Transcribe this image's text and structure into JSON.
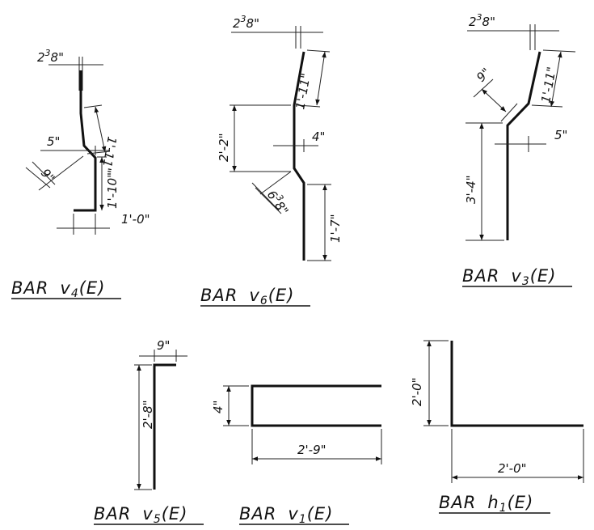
{
  "bars": [
    {
      "id": "v4",
      "title": {
        "prefix": "BAR",
        "letter": "v",
        "sub": "4",
        "suffix": "(E)"
      },
      "dimensions": {
        "offset_whole": "2",
        "offset_num": "3",
        "offset_den": "8",
        "offset_unit": "\"",
        "upper_length": "1'-11\"",
        "jog": "5\"",
        "bend_diag": "9\"",
        "lower_length": "1'-10\"",
        "hook": "1'-0\""
      }
    },
    {
      "id": "v6",
      "title": {
        "prefix": "BAR",
        "letter": "v",
        "sub": "6",
        "suffix": "(E)"
      },
      "dimensions": {
        "offset_whole": "2",
        "offset_num": "3",
        "offset_den": "8",
        "offset_unit": "\"",
        "upper_length": "1'-11\"",
        "left_height": "2'-2\"",
        "jog": "4\"",
        "bend_whole": "6",
        "bend_num": "3",
        "bend_den": "8",
        "bend_unit": "\"",
        "lower_length": "1'-7\""
      }
    },
    {
      "id": "v3",
      "title": {
        "prefix": "BAR",
        "letter": "v",
        "sub": "3",
        "suffix": "(E)"
      },
      "dimensions": {
        "offset_whole": "2",
        "offset_num": "3",
        "offset_den": "8",
        "offset_unit": "\"",
        "bend_diag": "9\"",
        "upper_length": "1'-11\"",
        "jog": "5\"",
        "lower_length": "3'-4\""
      }
    },
    {
      "id": "v5",
      "title": {
        "prefix": "BAR",
        "letter": "v",
        "sub": "5",
        "suffix": "(E)"
      },
      "dimensions": {
        "hook": "9\"",
        "length": "2'-8\""
      }
    },
    {
      "id": "v1",
      "title": {
        "prefix": "BAR",
        "letter": "v",
        "sub": "1",
        "suffix": "(E)"
      },
      "dimensions": {
        "height": "4\"",
        "length": "2'-9\""
      }
    },
    {
      "id": "h1",
      "title": {
        "prefix": "BAR",
        "letter": "h",
        "sub": "1",
        "suffix": "(E)"
      },
      "dimensions": {
        "height": "2'-0\"",
        "length": "2'-0\""
      }
    }
  ]
}
